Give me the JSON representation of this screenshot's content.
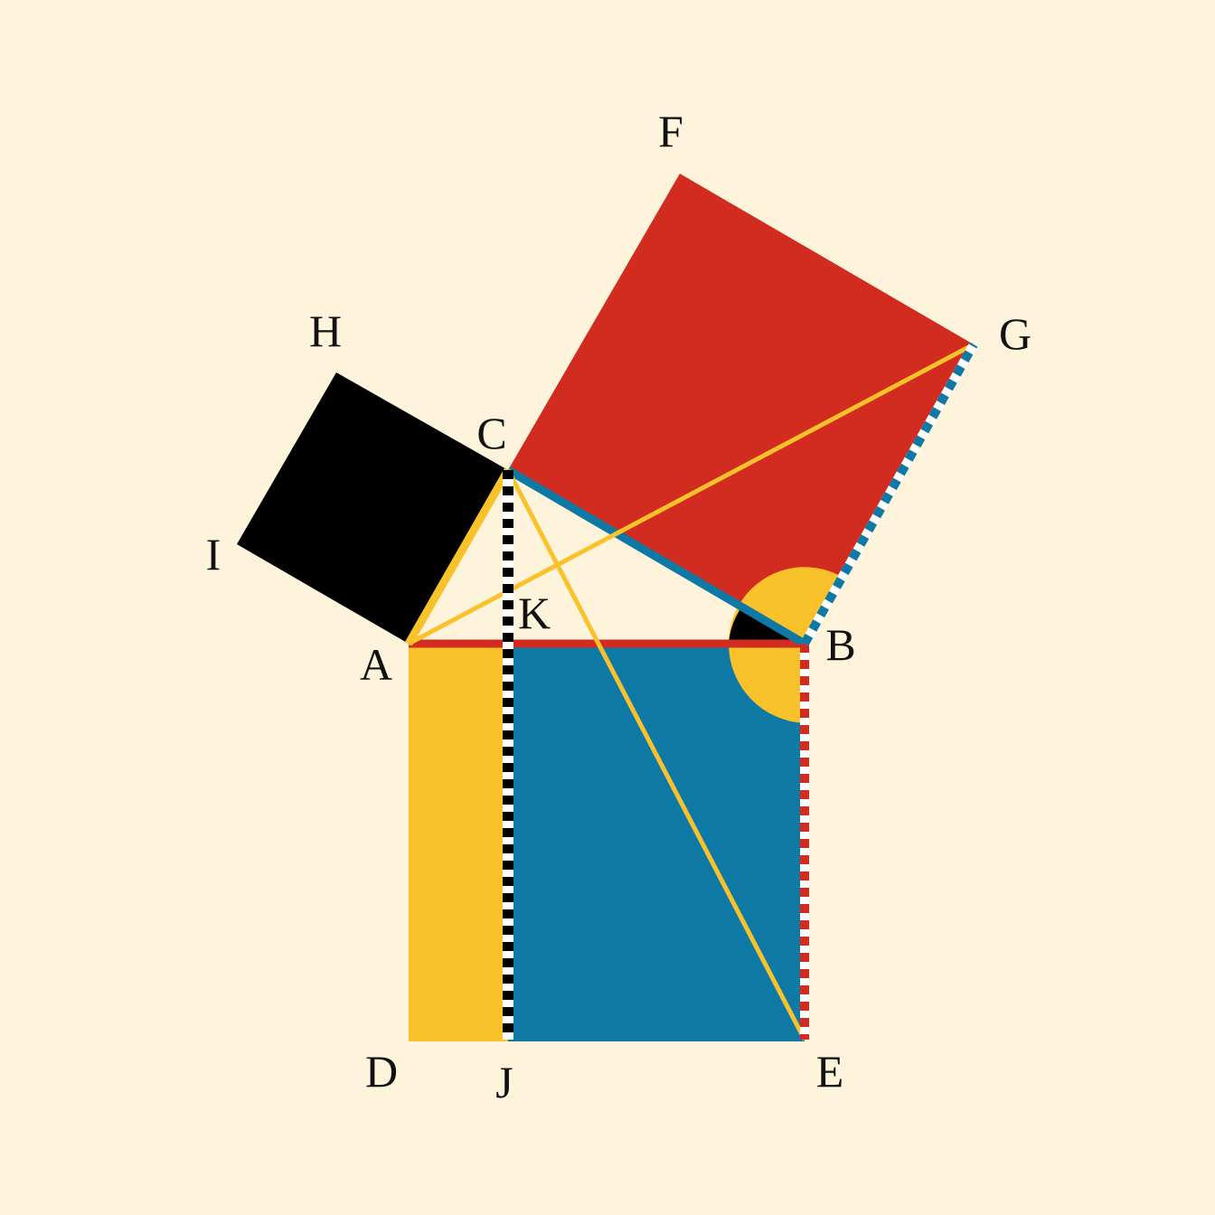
{
  "colors": {
    "background": "#fdf4db",
    "red": "#d22b20",
    "blue": "#0f79a6",
    "yellow": "#f9c22b",
    "black": "#000000",
    "white": "#ffffff"
  },
  "labels": {
    "A": "A",
    "B": "B",
    "C": "C",
    "D": "D",
    "E": "E",
    "F": "F",
    "G": "G",
    "H": "H",
    "I": "I",
    "J": "J",
    "K": "K"
  }
}
